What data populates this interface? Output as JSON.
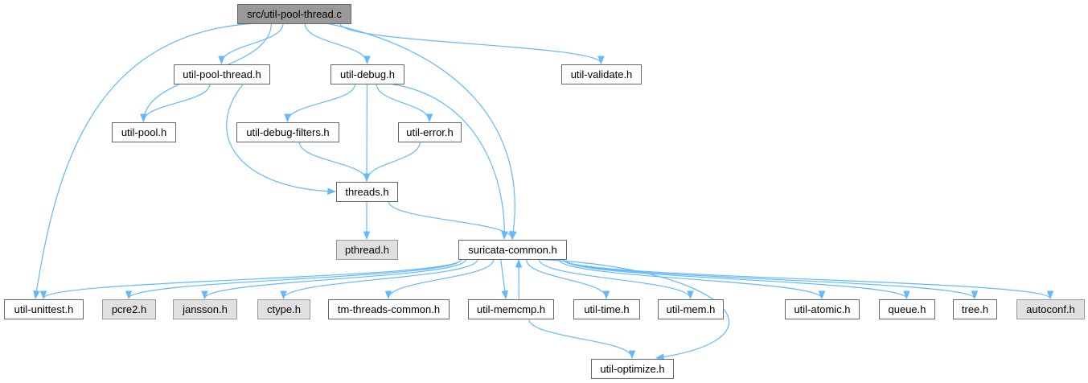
{
  "colors": {
    "edge": "#63b8ff",
    "node_border": "#666666",
    "node_fill": "#ffffff",
    "root_fill": "#999999",
    "external_fill": "#e0e0e0",
    "external_border": "#999999"
  },
  "nodes": [
    {
      "id": "root",
      "label": "src/util-pool-thread.c",
      "kind": "root"
    },
    {
      "id": "upth",
      "label": "util-pool-thread.h",
      "kind": "normal"
    },
    {
      "id": "udebug",
      "label": "util-debug.h",
      "kind": "normal"
    },
    {
      "id": "uvalidate",
      "label": "util-validate.h",
      "kind": "normal"
    },
    {
      "id": "upool",
      "label": "util-pool.h",
      "kind": "normal"
    },
    {
      "id": "udf",
      "label": "util-debug-filters.h",
      "kind": "normal"
    },
    {
      "id": "uerror",
      "label": "util-error.h",
      "kind": "normal"
    },
    {
      "id": "threads",
      "label": "threads.h",
      "kind": "normal"
    },
    {
      "id": "pthread",
      "label": "pthread.h",
      "kind": "external"
    },
    {
      "id": "sc",
      "label": "suricata-common.h",
      "kind": "normal"
    },
    {
      "id": "uunittest",
      "label": "util-unittest.h",
      "kind": "normal"
    },
    {
      "id": "pcre2",
      "label": "pcre2.h",
      "kind": "external"
    },
    {
      "id": "jansson",
      "label": "jansson.h",
      "kind": "external"
    },
    {
      "id": "ctype",
      "label": "ctype.h",
      "kind": "external"
    },
    {
      "id": "tmtc",
      "label": "tm-threads-common.h",
      "kind": "normal"
    },
    {
      "id": "umemcmp",
      "label": "util-memcmp.h",
      "kind": "normal"
    },
    {
      "id": "utime",
      "label": "util-time.h",
      "kind": "normal"
    },
    {
      "id": "umem",
      "label": "util-mem.h",
      "kind": "normal"
    },
    {
      "id": "uatomic",
      "label": "util-atomic.h",
      "kind": "normal"
    },
    {
      "id": "queue",
      "label": "queue.h",
      "kind": "normal"
    },
    {
      "id": "tree",
      "label": "tree.h",
      "kind": "normal"
    },
    {
      "id": "autoconf",
      "label": "autoconf.h",
      "kind": "external"
    },
    {
      "id": "uoptimize",
      "label": "util-optimize.h",
      "kind": "normal"
    }
  ],
  "edges": [
    [
      "root",
      "upth"
    ],
    [
      "root",
      "udebug"
    ],
    [
      "root",
      "uvalidate"
    ],
    [
      "root",
      "upool"
    ],
    [
      "root",
      "uunittest"
    ],
    [
      "root",
      "sc"
    ],
    [
      "upth",
      "upool"
    ],
    [
      "upth",
      "threads"
    ],
    [
      "udebug",
      "udf"
    ],
    [
      "udebug",
      "uerror"
    ],
    [
      "udebug",
      "threads"
    ],
    [
      "udebug",
      "sc"
    ],
    [
      "udf",
      "threads"
    ],
    [
      "uerror",
      "threads"
    ],
    [
      "threads",
      "pthread"
    ],
    [
      "threads",
      "sc"
    ],
    [
      "sc",
      "uunittest"
    ],
    [
      "sc",
      "pcre2"
    ],
    [
      "sc",
      "jansson"
    ],
    [
      "sc",
      "ctype"
    ],
    [
      "sc",
      "tmtc"
    ],
    [
      "sc",
      "umemcmp"
    ],
    [
      "sc",
      "utime"
    ],
    [
      "sc",
      "umem"
    ],
    [
      "sc",
      "uatomic"
    ],
    [
      "sc",
      "queue"
    ],
    [
      "sc",
      "tree"
    ],
    [
      "sc",
      "autoconf"
    ],
    [
      "sc",
      "uoptimize"
    ],
    [
      "umemcmp",
      "sc"
    ],
    [
      "umemcmp",
      "uoptimize"
    ]
  ]
}
